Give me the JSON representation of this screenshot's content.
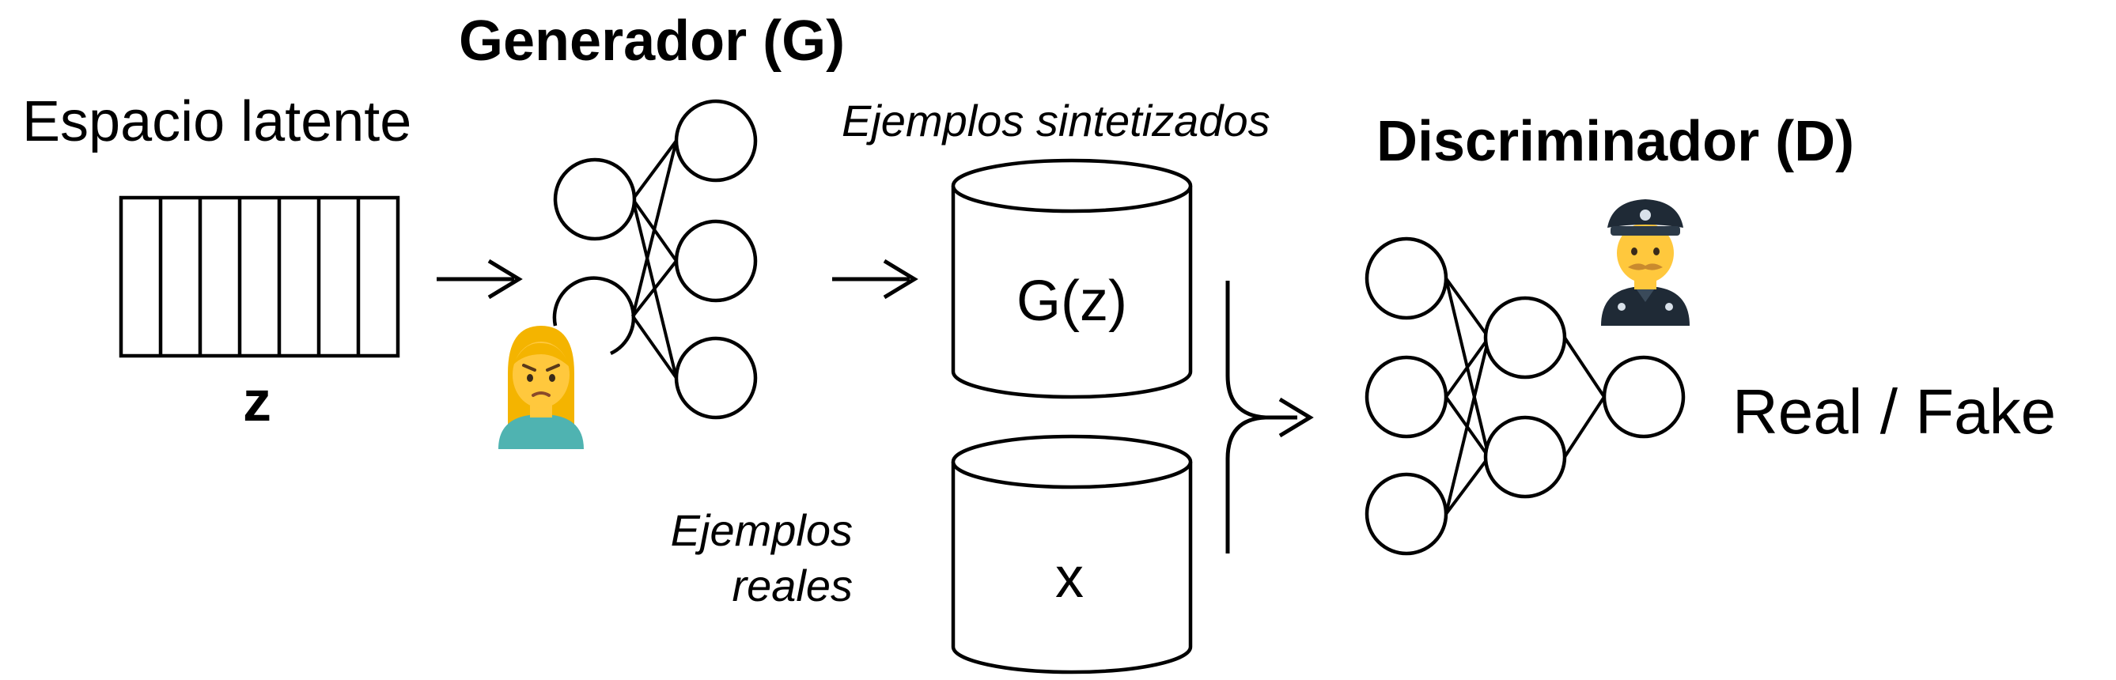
{
  "labels": {
    "generator_title": "Generador (G)",
    "latent_space": "Espacio latente",
    "latent_var": "z",
    "synthetic_examples": "Ejemplos sintetizados",
    "discriminator_title": "Discriminador (D)",
    "generated_sample": "G(z)",
    "real_examples_line1": "Ejemplos",
    "real_examples_line2": "reales",
    "real_sample": "x",
    "output": "Real / Fake"
  },
  "icons": {
    "generator_avatar": "annoyed-woman-icon",
    "discriminator_avatar": "police-officer-icon"
  },
  "colors": {
    "line": "#000000",
    "background": "#ffffff",
    "skin": "#FFC83D",
    "woman_hair": "#F4B400",
    "woman_shirt": "#4FB3B1",
    "police_uniform": "#1F2A36"
  }
}
